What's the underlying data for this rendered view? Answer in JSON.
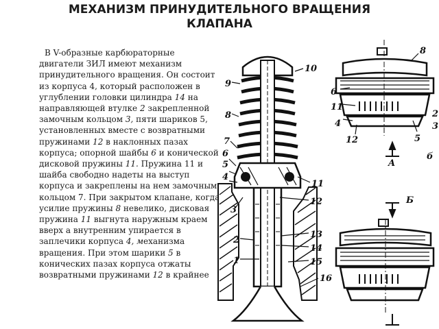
{
  "document": {
    "title_line1": "МЕХАНИЗМ ПРИНУДИТЕЛЬНОГО ВРАЩЕНИЯ",
    "title_line2": "КЛАПАНА",
    "paragraph": [
      {
        "t": "В V-образные карбюраторные двигатели ЗИЛ имеют механизм принудительного вращения. Он состоит из корпуса 4, который расположен в углублении головки цилиндра "
      },
      {
        "t": "14",
        "i": true
      },
      {
        "t": " на направляющей втулке "
      },
      {
        "t": "2",
        "i": true
      },
      {
        "t": " закрепленной замочным кольцом "
      },
      {
        "t": "3,",
        "i": true
      },
      {
        "t": " пяти шариков 5, установленных вместе с возвратными пружинами "
      },
      {
        "t": "12",
        "i": true
      },
      {
        "t": " в наклонных пазах корпуса; опорной шайбы "
      },
      {
        "t": "6",
        "i": true
      },
      {
        "t": " и конической дисковой пружины "
      },
      {
        "t": "11.",
        "i": true
      },
      {
        "t": " Пружина 11 и шайба свободно надеты на выступ корпуса и закреплены на нем замочным кольцом 7. При закрытом клапане, когда усилие пружины "
      },
      {
        "t": "8",
        "i": true
      },
      {
        "t": " невелико,  дисковая пружина "
      },
      {
        "t": "11",
        "i": true
      },
      {
        "t": " выгнута наружным краем вверх а внутренним упирается в заплечики корпуса "
      },
      {
        "t": "4, м",
        "i": true
      },
      {
        "t": "еханизма вращения. При этом шарики "
      },
      {
        "t": "5",
        "i": true
      },
      {
        "t": " в конических пазах корпуса отжаты возвратными пружинами "
      },
      {
        "t": "12",
        "i": true
      },
      {
        "t": " в крайнее"
      }
    ]
  },
  "figure": {
    "callouts_main": [
      "10",
      "9",
      "8",
      "7",
      "6",
      "5",
      "4",
      "3",
      "2",
      "1",
      "11",
      "12",
      "13",
      "14",
      "15",
      "16"
    ],
    "callouts_top": [
      "8",
      "6",
      "11",
      "4",
      "12",
      "5",
      "2",
      "3"
    ],
    "view_labels": {
      "section_a": "A",
      "section_b": "Б",
      "variant": "б"
    }
  }
}
